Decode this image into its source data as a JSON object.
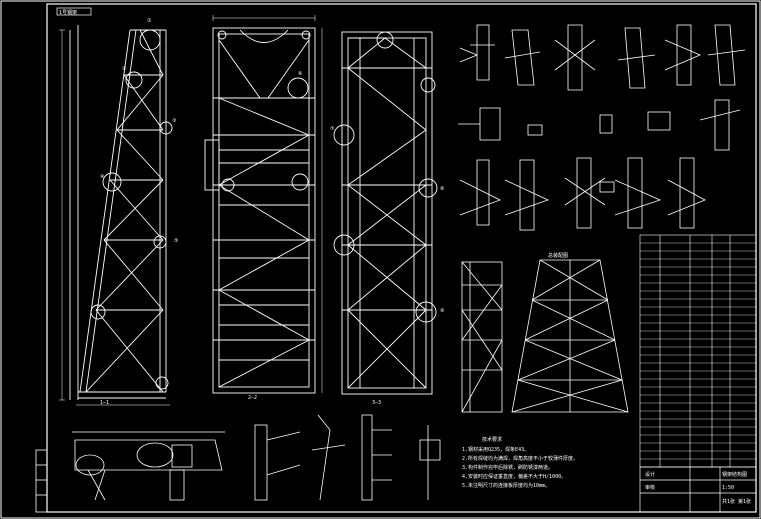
{
  "drawing": {
    "corner_tag": "1号钢架",
    "view_labels": {
      "side_view": "1—1",
      "front_view": "2—2",
      "back_view": "3—3",
      "assembly_label": "总装配图"
    },
    "node_labels": [
      "①",
      "②",
      "③",
      "④",
      "⑤",
      "⑥",
      "⑦",
      "⑧",
      "⑨"
    ],
    "notes_title": "技术要求",
    "notes": [
      "1.钢材采用Q235，焊条E43。",
      "2.所有焊缝均为满焊，焊角高度不小于较薄件厚度。",
      "3.构件制作完毕后除锈，刷防锈漆两道。",
      "4.安装时应保证垂直度，偏差不大于H/1000。",
      "5.未注明尺寸的连接板厚度均为10mm。"
    ],
    "title_block": {
      "drawing_name": "钢架结构图",
      "scale": "1:50",
      "sheet": "共1张 第1张",
      "designer": "设计",
      "checker": "审核"
    },
    "colors": {
      "background": "#000000",
      "lines": "#ffffff",
      "accent": "#ffffff"
    }
  }
}
